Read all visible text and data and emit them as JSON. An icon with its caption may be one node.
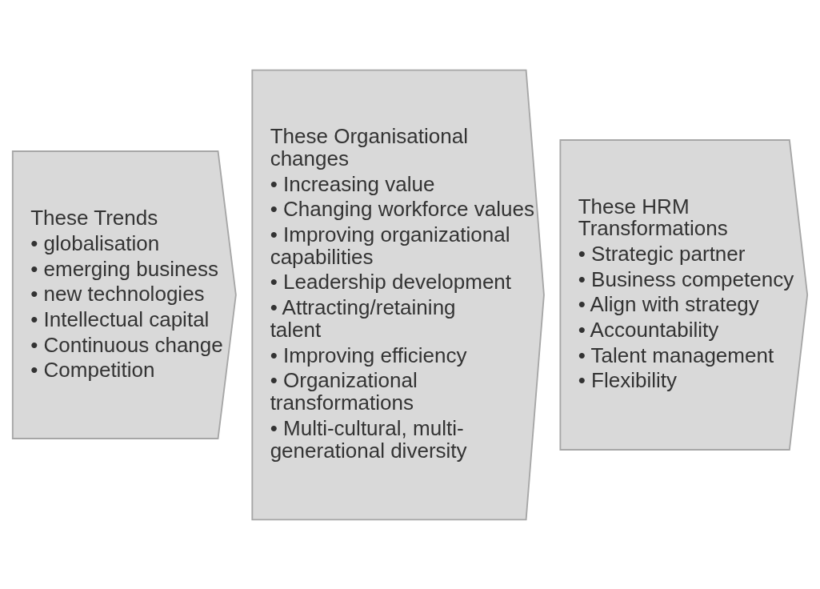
{
  "diagram": {
    "nodes": [
      {
        "text": [
          "These Trends",
          "• globalisation",
          "• emerging business",
          "• new technologies",
          "• Intellectual capital",
          "• Continuous change",
          "• Competition"
        ]
      },
      {
        "text": [
          "These Organisational changes",
          "• Increasing value",
          "• Changing workforce values",
          "• Improving organizational capabilities",
          "• Leadership development",
          "• Attracting/retaining talent",
          "• Improving efficiency",
          "• Organizational transformations",
          "• Multi-cultural, multi-generational diversity"
        ]
      },
      {
        "text": [
          "These HRM Transformations",
          "• Strategic partner",
          "• Business competency",
          "• Align with strategy",
          "• Accountability",
          "• Talent management",
          "• Flexibility"
        ]
      }
    ]
  }
}
